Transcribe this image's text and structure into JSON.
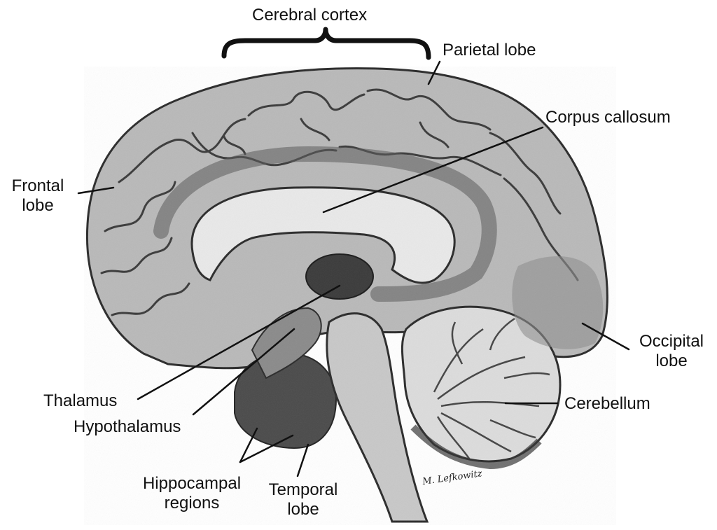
{
  "labels": {
    "cerebral_cortex": "Cerebral cortex",
    "parietal_lobe": "Parietal lobe",
    "corpus_callosum": "Corpus callosum",
    "frontal_lobe_1": "Frontal",
    "frontal_lobe_2": "lobe",
    "occipital_lobe_1": "Occipital",
    "occipital_lobe_2": "lobe",
    "thalamus": "Thalamus",
    "hypothalamus": "Hypothalamus",
    "cerebellum": "Cerebellum",
    "hippocampal_1": "Hippocampal",
    "hippocampal_2": "regions",
    "temporal_1": "Temporal",
    "temporal_2": "lobe"
  },
  "signature": "M. Lefkowitz",
  "colors": {
    "cortex": "#b9b9b9",
    "gyrus_line": "#3a3a3a",
    "white_matter": "#e9e9e9",
    "dark_region": "#4a4a4a",
    "leader_line": "#111111"
  }
}
